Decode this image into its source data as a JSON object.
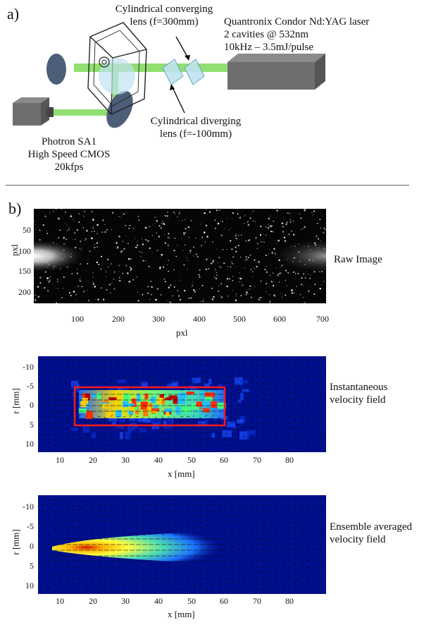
{
  "panel_a": {
    "label": "a)",
    "converging_lens_label": [
      "Cylindrical converging",
      "lens (f=300mm)"
    ],
    "laser_label": [
      "Quantronix Condor Nd:YAG laser",
      "2 cavities @ 532nm",
      "10kHz – 3.5mJ/pulse"
    ],
    "diverging_lens_label": [
      "Cylindrical diverging",
      "lens (f=-100mm)"
    ],
    "camera_label": [
      "Photron SA1",
      "High Speed CMOS",
      "20kfps"
    ],
    "colors": {
      "beam": "#7ed957",
      "lens": "#bfe3ef",
      "device": "#6e6e6e"
    }
  },
  "panel_b": {
    "label": "b)",
    "raw_image": {
      "caption": "Raw Image",
      "xlabel": "pxl",
      "ylabel": "pxl",
      "xticks": [
        "100",
        "200",
        "300",
        "400",
        "500",
        "600",
        "700"
      ],
      "yticks": [
        "50",
        "100",
        "150",
        "200"
      ]
    },
    "instantaneous": {
      "caption": [
        "Instantaneous",
        "velocity field"
      ],
      "xlabel": "x [mm]",
      "ylabel": "r [mm]",
      "xticks": [
        "10",
        "20",
        "30",
        "40",
        "50",
        "60",
        "70",
        "80"
      ],
      "yticks": [
        "-10",
        "-5",
        "0",
        "5",
        "10"
      ],
      "roi_color": "#ff1a1a"
    },
    "ensemble": {
      "caption": [
        "Ensemble averaged",
        "velocity field"
      ],
      "xlabel": "x [mm]",
      "ylabel": "r [mm]",
      "xticks": [
        "10",
        "20",
        "30",
        "40",
        "50",
        "60",
        "70",
        "80"
      ],
      "yticks": [
        "-10",
        "-5",
        "0",
        "5",
        "10"
      ]
    }
  }
}
